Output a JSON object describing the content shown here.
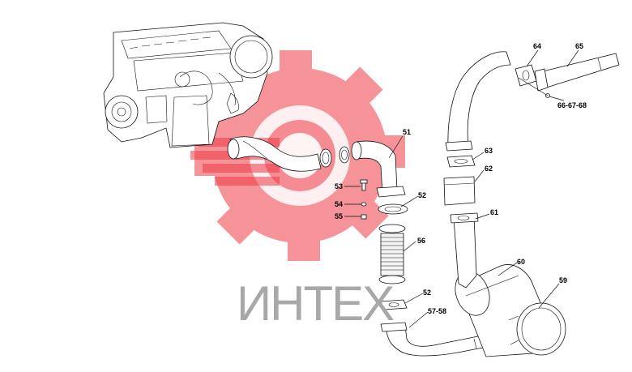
{
  "watermark": {
    "text": "ИНТЕХ",
    "color": "#a8a8a8",
    "logo_color": "#ee3b47"
  },
  "callouts": [
    {
      "id": "c51",
      "text": "51"
    },
    {
      "id": "c52a",
      "text": "52"
    },
    {
      "id": "c53",
      "text": "53"
    },
    {
      "id": "c54",
      "text": "54"
    },
    {
      "id": "c55",
      "text": "55"
    },
    {
      "id": "c56",
      "text": "56"
    },
    {
      "id": "c52b",
      "text": "52"
    },
    {
      "id": "c5758",
      "text": "57-58"
    },
    {
      "id": "c59",
      "text": "59"
    },
    {
      "id": "c60",
      "text": "60"
    },
    {
      "id": "c61",
      "text": "61"
    },
    {
      "id": "c62",
      "text": "62"
    },
    {
      "id": "c63",
      "text": "63"
    },
    {
      "id": "c64",
      "text": "64"
    },
    {
      "id": "c65",
      "text": "65"
    },
    {
      "id": "c666768",
      "text": "66-67-68"
    }
  ]
}
